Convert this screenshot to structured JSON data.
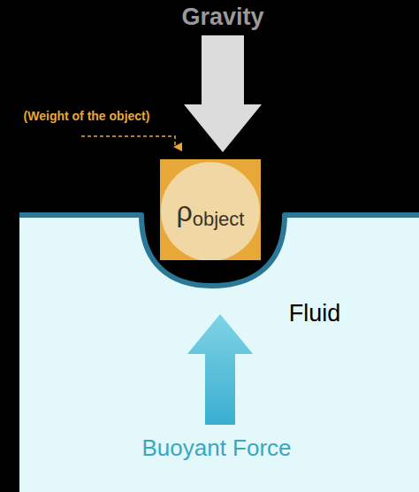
{
  "diagram": {
    "nodes": [
      {
        "text": [
          "ρ",
          "object"
        ]
      }
    ],
    "labels": [
      "Gravity",
      "(Weight of the object)",
      "Fluid",
      "Buoyant Force"
    ]
  }
}
